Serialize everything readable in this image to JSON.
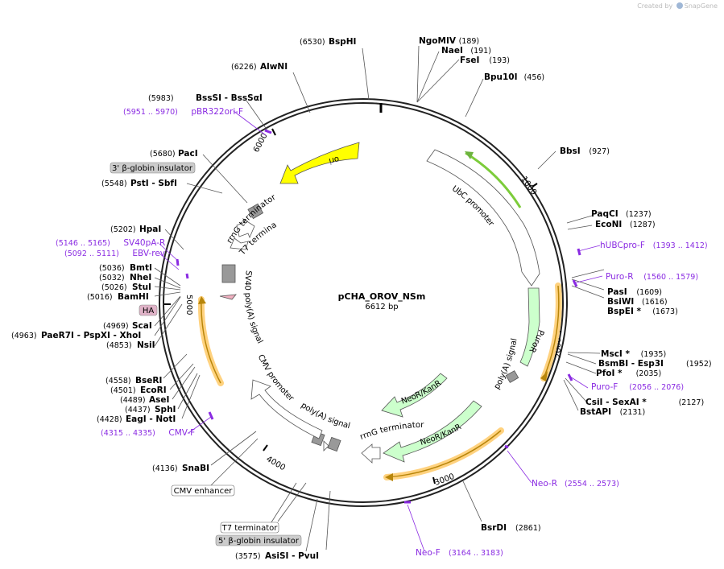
{
  "credit": {
    "prefix": "Created by",
    "brand": "SnapGene"
  },
  "plasmid": {
    "name": "pCHA_OROV_NSm",
    "size_label": "6612 bp",
    "length": 6612
  },
  "colors": {
    "backbone": "#222222",
    "primer": "#8a2be2",
    "ori": "#ffff00",
    "resistance": "#ccffcc",
    "promoter": "#ffffff",
    "highlight": "#ffd27f"
  },
  "ticks": [
    "1000",
    "2000",
    "3000",
    "4000",
    "5000",
    "6000"
  ],
  "sites": [
    {
      "name": "BspHI",
      "pos": "(6530)"
    },
    {
      "name": "AlwNI",
      "pos": "(6226)"
    },
    {
      "name": "BssSI  -  BssSαI",
      "pos": "(5983)"
    },
    {
      "name": "PacI",
      "pos": "(5680)"
    },
    {
      "name": "PstI  -  SbfI",
      "pos": "(5548)"
    },
    {
      "name": "HpaI",
      "pos": "(5202)"
    },
    {
      "name": "BmtI",
      "pos": "(5036)"
    },
    {
      "name": "NheI",
      "pos": "(5032)"
    },
    {
      "name": "StuI",
      "pos": "(5026)"
    },
    {
      "name": "BamHI",
      "pos": "(5016)"
    },
    {
      "name": "ScaI",
      "pos": "(4969)"
    },
    {
      "name": "PaeR7I  -  PspXI  -  XhoI",
      "pos": "(4963)"
    },
    {
      "name": "NsiI",
      "pos": "(4853)"
    },
    {
      "name": "BseRI",
      "pos": "(4558)"
    },
    {
      "name": "EcoRI",
      "pos": "(4501)"
    },
    {
      "name": "AseI",
      "pos": "(4489)"
    },
    {
      "name": "SphI",
      "pos": "(4437)"
    },
    {
      "name": "EagI  -  NotI",
      "pos": "(4428)"
    },
    {
      "name": "SnaBI",
      "pos": "(4136)"
    },
    {
      "name": "AsiSI  -  PvuI",
      "pos": "(3575)"
    },
    {
      "name": "NgoMIV",
      "pos": "(189)"
    },
    {
      "name": "NaeI",
      "pos": "(191)"
    },
    {
      "name": "FseI",
      "pos": "(193)"
    },
    {
      "name": "Bpu10I",
      "pos": "(456)"
    },
    {
      "name": "BbsI",
      "pos": "(927)"
    },
    {
      "name": "PaqCI",
      "pos": "(1237)"
    },
    {
      "name": "EcoNI",
      "pos": "(1287)"
    },
    {
      "name": "PasI",
      "pos": "(1609)"
    },
    {
      "name": "BsiWI",
      "pos": "(1616)"
    },
    {
      "name": "BspEI *",
      "pos": "(1673)"
    },
    {
      "name": "MscI *",
      "pos": "(1935)"
    },
    {
      "name": "BsmBI  -  Esp3I",
      "pos": "(1952)"
    },
    {
      "name": "PfoI *",
      "pos": "(2035)"
    },
    {
      "name": "CsiI  -  SexAI *",
      "pos": "(2127)"
    },
    {
      "name": "BstAPI",
      "pos": "(2131)"
    },
    {
      "name": "BsrDI",
      "pos": "(2861)"
    }
  ],
  "primers": [
    {
      "name": "pBR322ori-F",
      "range": "(5951 .. 5970)"
    },
    {
      "name": "SV40pA-R",
      "range": "(5146 .. 5165)"
    },
    {
      "name": "EBV-rev",
      "range": "(5092 .. 5111)"
    },
    {
      "name": "CMV-F",
      "range": "(4315 .. 4335)"
    },
    {
      "name": "hUBCpro-F",
      "range": "(1393 .. 1412)"
    },
    {
      "name": "Puro-R",
      "range": "(1560 .. 1579)"
    },
    {
      "name": "Puro-F",
      "range": "(2056 .. 2076)"
    },
    {
      "name": "Neo-R",
      "range": "(2554 .. 2573)"
    },
    {
      "name": "Neo-F",
      "range": "(3164 .. 3183)"
    }
  ],
  "boxed_features": [
    "3' β-globin insulator",
    "HA",
    "CMV enhancer",
    "T7 terminator",
    "5' β-globin insulator"
  ],
  "features": [
    "ori",
    "UbC promoter",
    "PuroR",
    "poly(A) signal",
    "NeoR/KanR",
    "NeoR/KanR",
    "rrnG terminator",
    "poly(A) signal",
    "CMV promoter",
    "SV40 poly(A) signal",
    "T7 terminator",
    "rrnG terminator"
  ]
}
